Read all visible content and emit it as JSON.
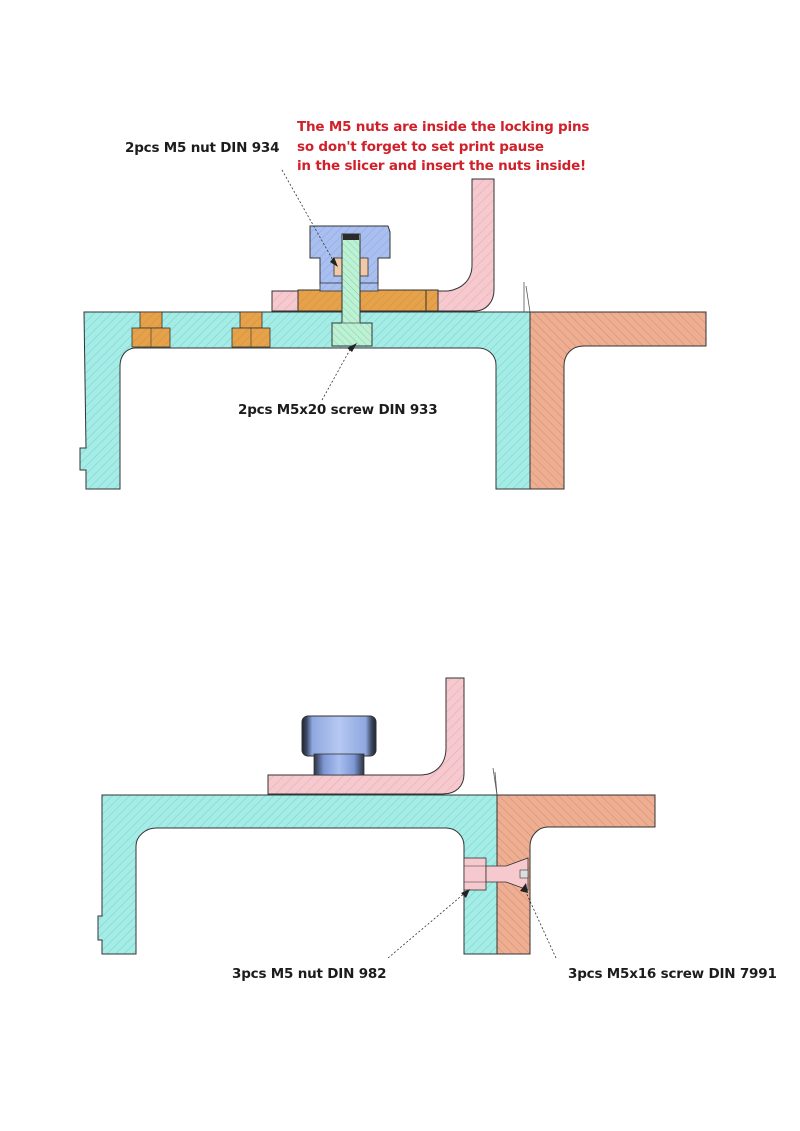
{
  "warning": {
    "lines": [
      "The M5 nuts are inside the locking pins",
      "so don't forget to set print pause",
      "in the slicer and insert the nuts inside!"
    ]
  },
  "labels": {
    "nut_934": "2pcs M5 nut DIN 934",
    "screw_933": "2pcs M5x20 screw DIN 933",
    "nut_982": "3pcs M5 nut DIN 982",
    "screw_7991": "3pcs M5x16 screw DIN 7991"
  },
  "colors": {
    "cyan_part": "#a6ece6",
    "salmon_part": "#eeae92",
    "pink_part": "#f6c9cf",
    "blue_knob": "#a9bff0",
    "orange_nut": "#e5a24a",
    "green_screw": "#bdf1d4",
    "outline": "#333333",
    "warning_text": "#d0202a"
  }
}
